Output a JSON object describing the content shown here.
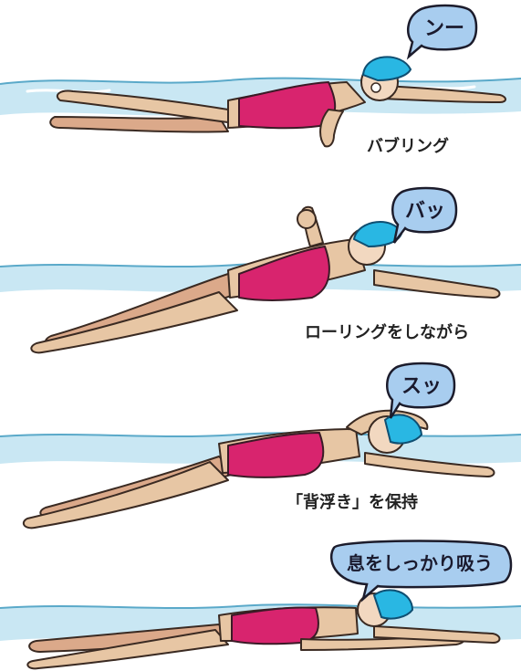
{
  "colors": {
    "water": "#c9e7f3",
    "waterline": "#5aa9c9",
    "swimsuit": "#d8246e",
    "cap": "#29b7e3",
    "skin": "#e7c6a4",
    "bubble": "#a8cdef"
  },
  "panels": [
    {
      "speech": "ンー",
      "caption": "バブリング"
    },
    {
      "speech": "バッ",
      "caption": "ローリングをしながら"
    },
    {
      "speech": "スッ",
      "caption": "「背浮き」を保持"
    },
    {
      "speech": "息をしっかり吸う",
      "caption": ""
    }
  ]
}
